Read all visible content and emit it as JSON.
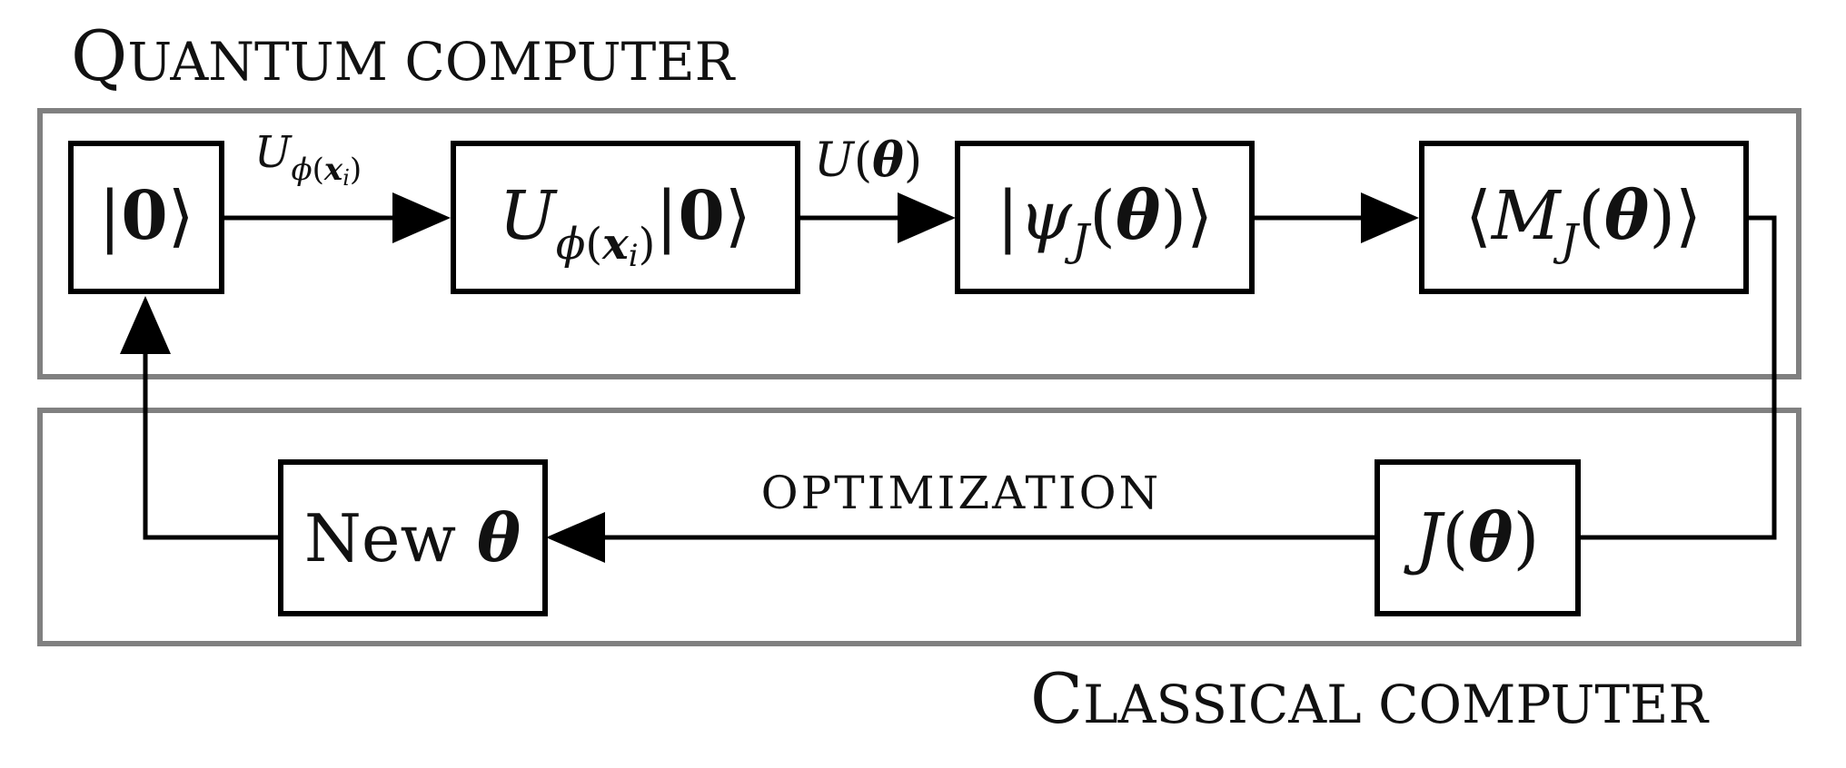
{
  "groups": {
    "quantum_label": {
      "initial": "Q",
      "rest": "UANTUM COMPUTER"
    },
    "classical_label": {
      "initial": "C",
      "rest": "LASSICAL COMPUTER"
    }
  },
  "nodes": {
    "zero_state": {
      "open": "|",
      "bold": "0",
      "close": "⟩"
    },
    "encoded_state": {
      "U": "U",
      "phi": "ϕ",
      "lp": "(",
      "x": "x",
      "i": "i",
      "rp": ")",
      "open": "|",
      "bold": "0",
      "close": "⟩"
    },
    "psi_state": {
      "open": "|",
      "psi": "ψ",
      "J": "J",
      "lp": "(",
      "theta": "θ",
      "rp": ")",
      "close": "⟩"
    },
    "expectation": {
      "open": "⟨",
      "M": "M",
      "J": "J",
      "lp": "(",
      "theta": "θ",
      "rp": ")",
      "close": "⟩"
    },
    "cost": {
      "J": "J",
      "lp": "(",
      "theta": "θ",
      "rp": ")"
    },
    "new_theta": {
      "text": "New ",
      "theta": "θ"
    }
  },
  "edge_labels": {
    "encoding": {
      "U": "U",
      "phi": "ϕ",
      "lp": "(",
      "x": "x",
      "i": "i",
      "rp": ")"
    },
    "variational": {
      "U": "U",
      "lp": "(",
      "theta": "θ",
      "rp": ")"
    },
    "optimization": "OPTIMIZATION"
  },
  "colors": {
    "group_border": "#808080",
    "box_border": "#000000",
    "text": "#111111"
  }
}
